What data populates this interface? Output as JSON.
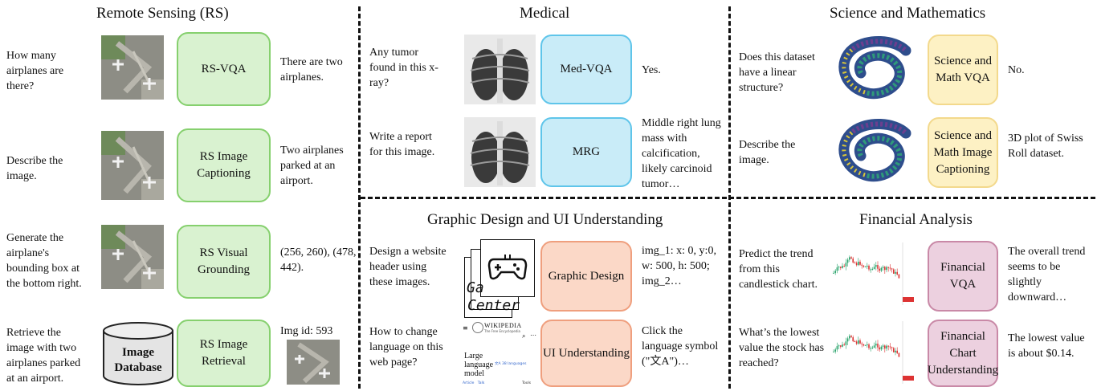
{
  "sections": {
    "rs": {
      "title": "Remote Sensing (RS)"
    },
    "medical": {
      "title": "Medical"
    },
    "science": {
      "title": "Science and Mathematics"
    },
    "graphic": {
      "title": "Graphic Design and UI Understanding"
    },
    "financial": {
      "title": "Financial Analysis"
    }
  },
  "rs": {
    "vqa": {
      "question": "How many airplanes are there?",
      "task": "RS-VQA",
      "answer": "There are two airplanes."
    },
    "cap": {
      "question": "Describe the image.",
      "task": "RS Image Captioning",
      "answer": "Two airplanes parked at an airport."
    },
    "grd": {
      "question": "Generate the airplane's bounding box at the bottom right.",
      "task": "RS Visual Grounding",
      "answer": "(256, 260), (478, 442)."
    },
    "ret": {
      "question": "Retrieve the image with two airplanes parked at an airport.",
      "task": "RS Image Retrieval",
      "answer": "Img id: 593",
      "database_label": "Image Database"
    }
  },
  "medical": {
    "vqa": {
      "question": "Any tumor found in this x-ray?",
      "task": "Med-VQA",
      "answer": "Yes."
    },
    "mrg": {
      "question": "Write a report for this image.",
      "task": "MRG",
      "answer": "Middle right lung mass with calcification, likely carcinoid tumor…"
    }
  },
  "science": {
    "vqa": {
      "question": "Does this dataset have a linear structure?",
      "task": "Science and Math VQA",
      "answer": "No."
    },
    "cap": {
      "question": "Describe the image.",
      "task": "Science and Math Image Captioning",
      "answer": "3D plot of Swiss Roll dataset."
    }
  },
  "graphic": {
    "design": {
      "question": "Design a website header using these images.",
      "task": "Graphic Design",
      "answer": "img_1: x: 0, y:0, w: 500, h: 500; img_2…",
      "image_text_1": "Ga",
      "image_text_2": "Center"
    },
    "ui": {
      "question": "How to change language on this web page?",
      "task": "UI Understanding",
      "answer": "Click the language symbol (\"文A\")…",
      "wiki_title": "WIKIPEDIA",
      "wiki_sub": "The Free Encyclopedia",
      "article_title": "Large language model",
      "lang_link": "文A 38 languages",
      "tabs": "Article   Talk",
      "tools": "Tools"
    }
  },
  "financial": {
    "vqa": {
      "question": "Predict the trend from this candlestick chart.",
      "task": "Financial VQA",
      "answer": "The overall trend seems to be slightly downward…"
    },
    "chart": {
      "question": "What’s the lowest value the stock has reached?",
      "task": "Financial Chart Understanding",
      "answer": "The lowest value is about $0.14."
    }
  },
  "colors": {
    "green": "#d9f2d0",
    "blue": "#c9ecf8",
    "yellow": "#fdf1c4",
    "orange": "#fbd8c7",
    "pink": "#ecd0df"
  }
}
